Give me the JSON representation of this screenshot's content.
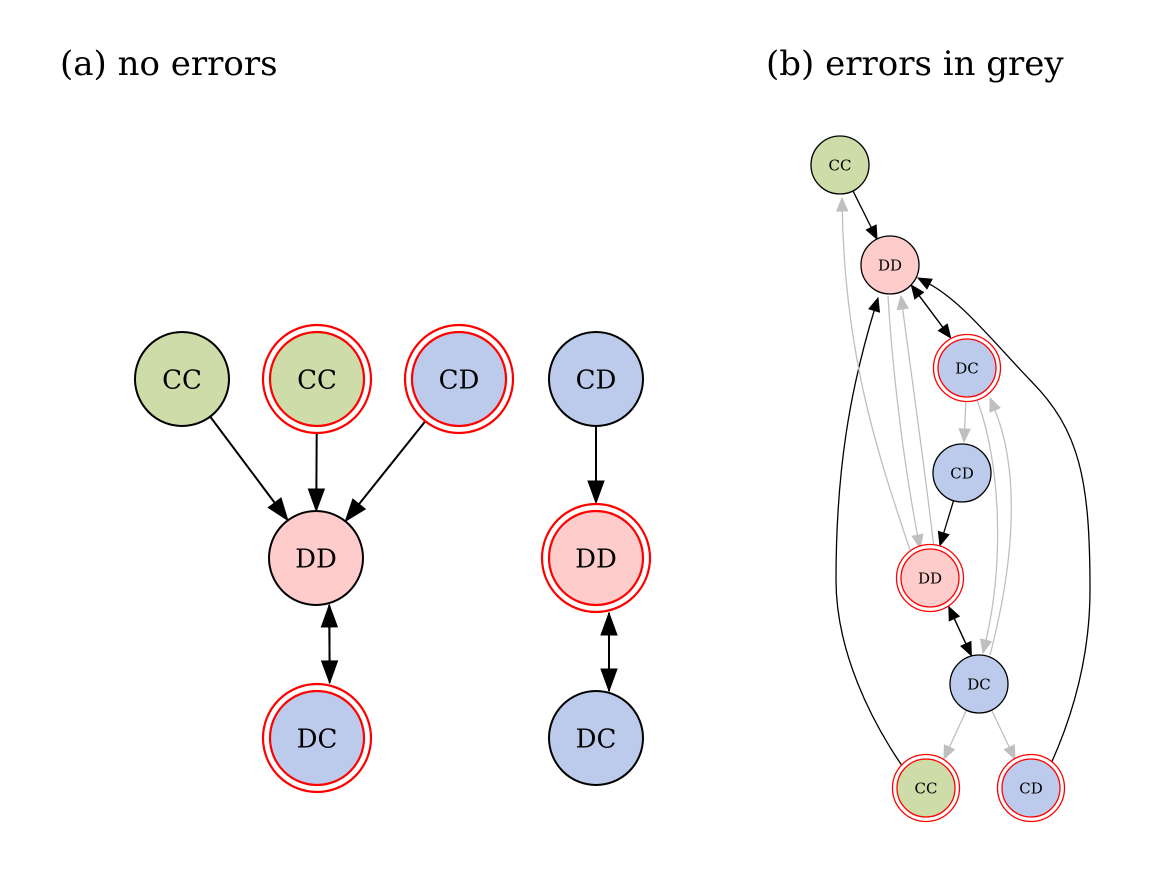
{
  "panels": [
    {
      "id": "a",
      "title": "(a) no errors",
      "nodes": [
        {
          "id": "a_cc1",
          "label": "CC",
          "fill": "green",
          "double": false
        },
        {
          "id": "a_cc2",
          "label": "CC",
          "fill": "green",
          "double": true
        },
        {
          "id": "a_cd1",
          "label": "CD",
          "fill": "blue",
          "double": true
        },
        {
          "id": "a_dd",
          "label": "DD",
          "fill": "red",
          "double": false
        },
        {
          "id": "a_dc",
          "label": "DC",
          "fill": "blue",
          "double": true
        },
        {
          "id": "a_cd2",
          "label": "CD",
          "fill": "blue",
          "double": false
        },
        {
          "id": "a_dd2",
          "label": "DD",
          "fill": "red",
          "double": true
        },
        {
          "id": "a_dc2",
          "label": "DC",
          "fill": "blue",
          "double": false
        }
      ],
      "edges": [
        {
          "from": "a_cc1",
          "to": "a_dd",
          "error": false
        },
        {
          "from": "a_cc2",
          "to": "a_dd",
          "error": false
        },
        {
          "from": "a_cd1",
          "to": "a_dd",
          "error": false
        },
        {
          "from": "a_dd",
          "to": "a_dc",
          "error": false
        },
        {
          "from": "a_dc",
          "to": "a_dd",
          "error": false
        },
        {
          "from": "a_cd2",
          "to": "a_dd2",
          "error": false
        },
        {
          "from": "a_dd2",
          "to": "a_dc2",
          "error": false
        },
        {
          "from": "a_dc2",
          "to": "a_dd2",
          "error": false
        }
      ]
    },
    {
      "id": "b",
      "title": "(b) errors in grey",
      "nodes": [
        {
          "id": "b_cc",
          "label": "CC",
          "fill": "green",
          "double": false
        },
        {
          "id": "b_dd",
          "label": "DD",
          "fill": "red",
          "double": false
        },
        {
          "id": "b_dc1",
          "label": "DC",
          "fill": "blue",
          "double": true
        },
        {
          "id": "b_cd1",
          "label": "CD",
          "fill": "blue",
          "double": false
        },
        {
          "id": "b_dd2",
          "label": "DD",
          "fill": "red",
          "double": true
        },
        {
          "id": "b_dc2",
          "label": "DC",
          "fill": "blue",
          "double": false
        },
        {
          "id": "b_cc2",
          "label": "CC",
          "fill": "green",
          "double": true
        },
        {
          "id": "b_cd2",
          "label": "CD",
          "fill": "blue",
          "double": true
        }
      ],
      "edges": [
        {
          "from": "b_cc",
          "to": "b_dd",
          "error": false
        },
        {
          "from": "b_dd",
          "to": "b_dc1",
          "error": false
        },
        {
          "from": "b_dc1",
          "to": "b_dd",
          "error": false
        },
        {
          "from": "b_cd1",
          "to": "b_dd2",
          "error": false
        },
        {
          "from": "b_dd2",
          "to": "b_dc2",
          "error": false
        },
        {
          "from": "b_dc2",
          "to": "b_dd2",
          "error": false
        },
        {
          "from": "b_cc2",
          "to": "b_dd",
          "error": false
        },
        {
          "from": "b_cd2",
          "to": "b_dd",
          "error": false
        },
        {
          "from": "b_dd2",
          "to": "b_cc",
          "error": true
        },
        {
          "from": "b_dd",
          "to": "b_dd2",
          "error": true
        },
        {
          "from": "b_dd2",
          "to": "b_dd",
          "error": true
        },
        {
          "from": "b_dc1",
          "to": "b_cd1",
          "error": true
        },
        {
          "from": "b_dc1",
          "to": "b_dc2",
          "error": true
        },
        {
          "from": "b_dc2",
          "to": "b_dc1",
          "error": true
        },
        {
          "from": "b_dc2",
          "to": "b_cc2",
          "error": true
        },
        {
          "from": "b_dc2",
          "to": "b_cd2",
          "error": true
        }
      ]
    }
  ],
  "colors": {
    "green": "#cddca8",
    "red": "#ffcccc",
    "blue": "#bccbec",
    "outline": "#000000",
    "double_ring": "#ff0000",
    "edge": "#000000",
    "error_edge": "#bfbfbf"
  },
  "legend": {
    "double_ring_meaning": "",
    "grey_edge_meaning": "errors"
  }
}
